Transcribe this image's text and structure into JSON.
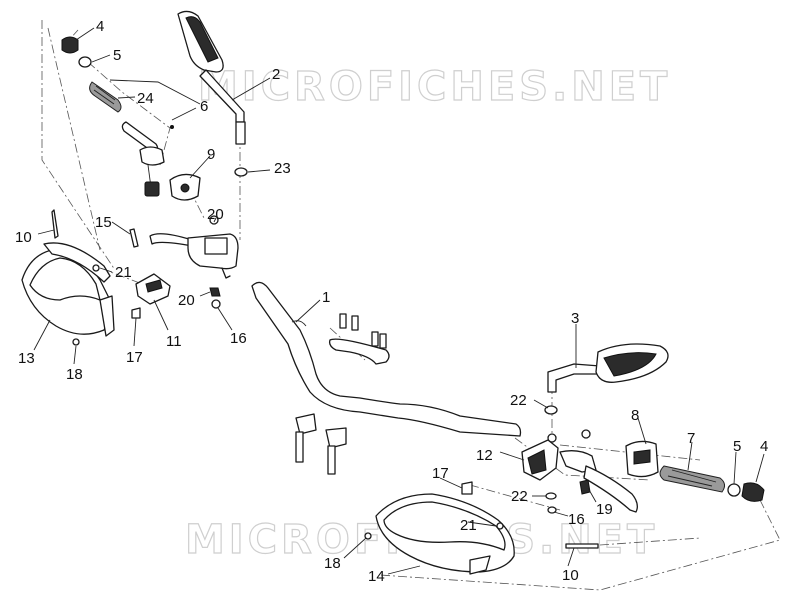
{
  "watermark": {
    "top": "MICROFICHES.NET",
    "bottom": "MICROFICHES.NET"
  },
  "callouts": {
    "c4_top": "4",
    "c5_top": "5",
    "c24": "24",
    "c6": "6",
    "c2": "2",
    "c9": "9",
    "c23": "23",
    "c20_top": "20",
    "c10_left": "10",
    "c15": "15",
    "c21_left": "21",
    "c20_mid": "20",
    "c1": "1",
    "c16_left": "16",
    "c11": "11",
    "c17_left": "17",
    "c13": "13",
    "c18_left": "18",
    "c3": "3",
    "c22_top": "22",
    "c8": "8",
    "c7": "7",
    "c5_right": "5",
    "c4_right": "4",
    "c12": "12",
    "c17_right": "17",
    "c22_bottom": "22",
    "c19": "19",
    "c16_right": "16",
    "c21_right": "21",
    "c18_right": "18",
    "c14": "14",
    "c10_right": "10"
  }
}
